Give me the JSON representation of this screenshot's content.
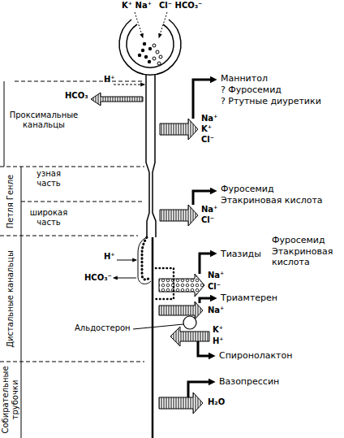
{
  "diagram": {
    "labels": [
      "K⁺ Na⁺",
      "Cl⁻ HCO₃⁻",
      "Маннитол",
      "? Фуросемид",
      "? Ртутные диуретики",
      "H⁺",
      "Проксимальные канальцы",
      "HCO₃",
      "Na⁺",
      "K⁺",
      "Cl⁻",
      "Петля Генле",
      "узная часть",
      "широкая часть",
      "Фуросемид",
      "Этакриновая кислота",
      "Na⁺",
      "Cl⁻",
      "Тиазиды",
      "Фуросемид",
      "Этакриновая кислота",
      "H⁺",
      "Na⁺",
      "Cl⁻",
      "HCO₃⁻",
      "Триамтерен",
      "Na⁺",
      "Дистальные канальцы",
      "Альдостерон",
      "K⁺",
      "H⁺",
      "Спиронолактон",
      "Собирательные трубочки",
      "Вазопрессин",
      "H₂O"
    ]
  }
}
